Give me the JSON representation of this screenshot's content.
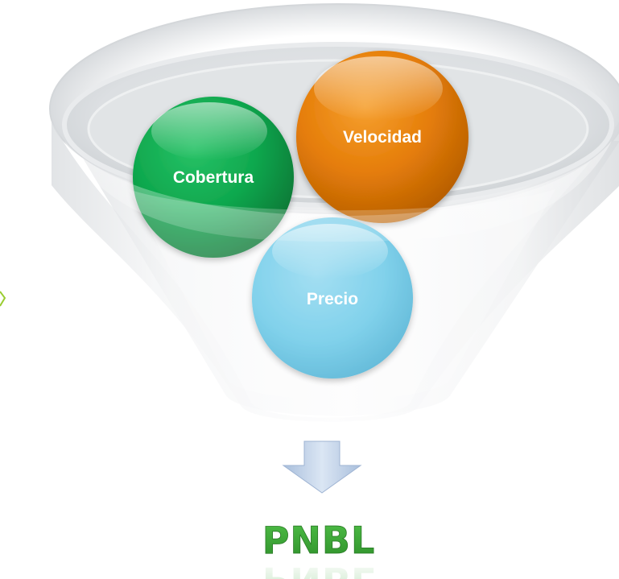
{
  "funnel": {
    "inputs": [
      {
        "label": "Cobertura",
        "color": "#0fa84e"
      },
      {
        "label": "Velocidad",
        "color": "#e57d08"
      },
      {
        "label": "Precio",
        "color": "#5ec5e6"
      }
    ],
    "result": {
      "label": "PNBL",
      "color": "#3ea83a"
    },
    "arrow_color": "#b9cde8",
    "funnel_color": "#e4e6e8"
  }
}
